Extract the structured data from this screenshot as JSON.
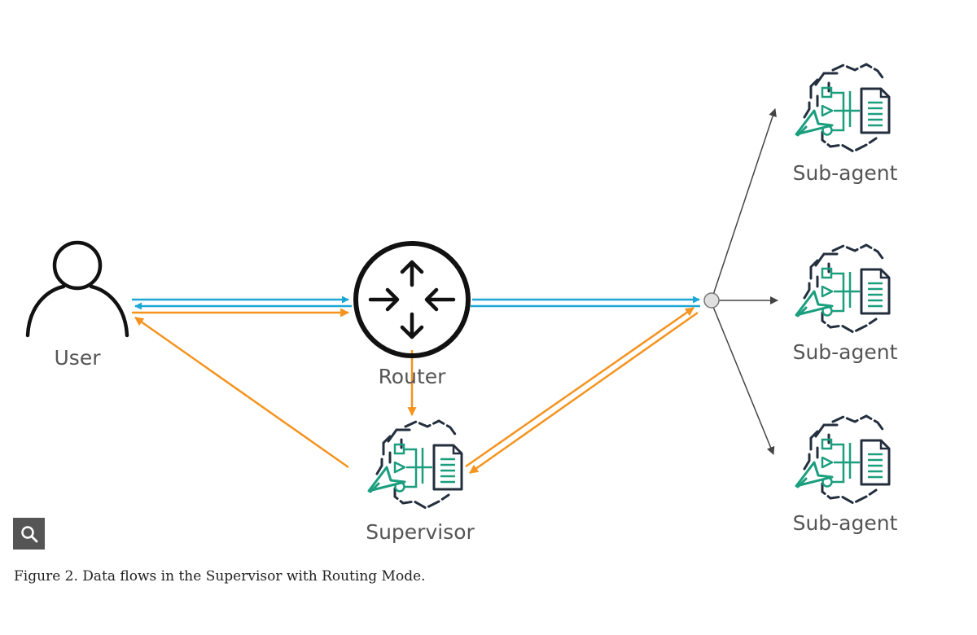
{
  "nodes": {
    "user": "User",
    "router": "Router",
    "supervisor": "Supervisor",
    "sub_agents": [
      "Sub-agent",
      "Sub-agent",
      "Sub-agent"
    ]
  },
  "caption": "Figure 2. Data flows in the Supervisor with Routing Mode.",
  "colors": {
    "request_flow": "#1aa7d8",
    "response_flow": "#f5931e",
    "dispatch_arrow": "#555555",
    "agent_icon_accent": "#1a9e7e",
    "agent_icon_outline": "#232f3e"
  },
  "icons": {
    "user": "person-icon",
    "router": "router-icon",
    "agent": "agent-icon",
    "zoom": "magnifier-icon"
  }
}
